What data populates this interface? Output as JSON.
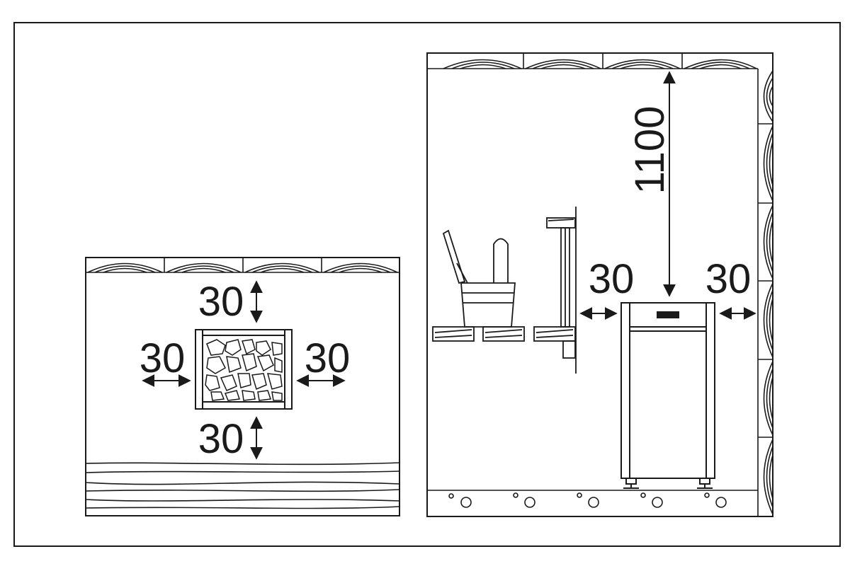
{
  "diagram": {
    "top_view": {
      "top_clearance": "30",
      "bottom_clearance": "30",
      "left_clearance": "30",
      "right_clearance": "30"
    },
    "side_view": {
      "ceiling_clearance": "1100",
      "bench_clearance": "30",
      "wall_clearance": "30"
    },
    "colors": {
      "stroke": "#1a1a1a",
      "background": "#ffffff"
    }
  }
}
